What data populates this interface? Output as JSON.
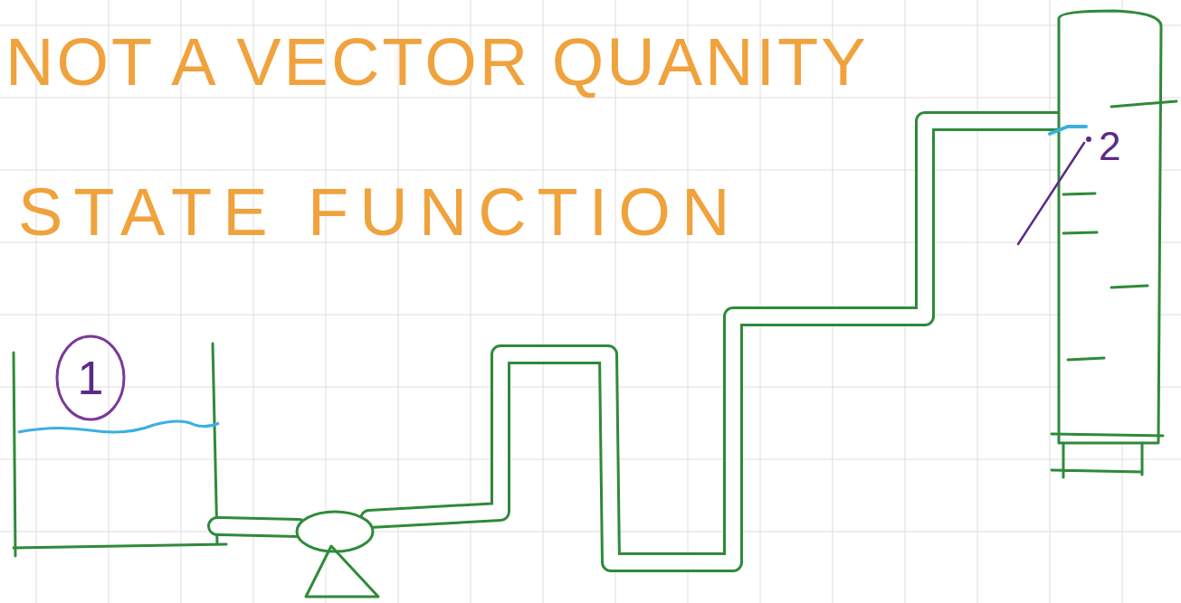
{
  "diagram": {
    "nodes": [
      {
        "text": [
          "1"
        ]
      }
    ],
    "labels": [
      "NOT A VECTOR QUANITY",
      "STATE FUNCTION",
      "2"
    ]
  }
}
